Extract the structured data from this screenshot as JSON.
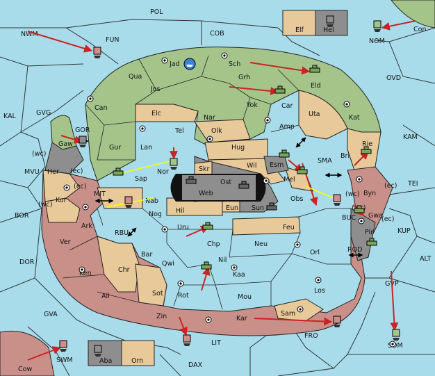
{
  "map": {
    "sea_labels": [
      {
        "id": "pol",
        "text": "POL"
      },
      {
        "id": "cob",
        "text": "COB"
      },
      {
        "id": "nwm",
        "text": "NWM"
      },
      {
        "id": "fun",
        "text": "FUN"
      },
      {
        "id": "nom",
        "text": "NOM"
      },
      {
        "id": "ovd",
        "text": "OVD"
      },
      {
        "id": "kal",
        "text": "KAL"
      },
      {
        "id": "gvg",
        "text": "GVG"
      },
      {
        "id": "gor",
        "text": "GOR"
      },
      {
        "id": "kam",
        "text": "KAM"
      },
      {
        "id": "sma",
        "text": "SMA"
      },
      {
        "id": "mvu",
        "text": "MVU"
      },
      {
        "id": "tei",
        "text": "TEI"
      },
      {
        "id": "mit",
        "text": "MIT"
      },
      {
        "id": "bor",
        "text": "BOR"
      },
      {
        "id": "buc",
        "text": "BUC"
      },
      {
        "id": "kup",
        "text": "KUP"
      },
      {
        "id": "rbu",
        "text": "RBU"
      },
      {
        "id": "dor",
        "text": "DOR"
      },
      {
        "id": "rod",
        "text": "ROD"
      },
      {
        "id": "alt",
        "text": "ALT"
      },
      {
        "id": "gvp",
        "text": "GVP"
      },
      {
        "id": "gva",
        "text": "GVA"
      },
      {
        "id": "fro",
        "text": "FRO"
      },
      {
        "id": "som",
        "text": "SOM"
      },
      {
        "id": "lit",
        "text": "LIT"
      },
      {
        "id": "swm",
        "text": "SWM"
      },
      {
        "id": "dax",
        "text": "DAX"
      }
    ],
    "land_labels": [
      {
        "id": "elf",
        "text": "Elf"
      },
      {
        "id": "hel",
        "text": "Hel"
      },
      {
        "id": "con",
        "text": "Con"
      },
      {
        "id": "jad",
        "text": "Jad"
      },
      {
        "id": "sch",
        "text": "Sch"
      },
      {
        "id": "qua",
        "text": "Qua"
      },
      {
        "id": "grh",
        "text": "Grh"
      },
      {
        "id": "eld",
        "text": "Eld"
      },
      {
        "id": "jos",
        "text": "Jos"
      },
      {
        "id": "can",
        "text": "Can"
      },
      {
        "id": "car",
        "text": "Car"
      },
      {
        "id": "yok",
        "text": "Yok"
      },
      {
        "id": "uta",
        "text": "Uta"
      },
      {
        "id": "elc",
        "text": "Elc"
      },
      {
        "id": "nar",
        "text": "Nar"
      },
      {
        "id": "kat",
        "text": "Kat"
      },
      {
        "id": "amp",
        "text": "Amp"
      },
      {
        "id": "tel",
        "text": "Tel"
      },
      {
        "id": "olk",
        "text": "Olk"
      },
      {
        "id": "gaw",
        "text": "Gaw"
      },
      {
        "id": "gur",
        "text": "Gur"
      },
      {
        "id": "lan",
        "text": "Lan"
      },
      {
        "id": "hug",
        "text": "Hug"
      },
      {
        "id": "bri",
        "text": "Bri"
      },
      {
        "id": "rie",
        "text": "Rie"
      },
      {
        "id": "wil",
        "text": "Wil"
      },
      {
        "id": "esm",
        "text": "Esm"
      },
      {
        "id": "her",
        "text": "Her"
      },
      {
        "id": "sap",
        "text": "Sap"
      },
      {
        "id": "nor",
        "text": "Nor"
      },
      {
        "id": "skr",
        "text": "Skr"
      },
      {
        "id": "ost",
        "text": "Ost"
      },
      {
        "id": "web",
        "text": "Web"
      },
      {
        "id": "mel",
        "text": "Mel"
      },
      {
        "id": "byn",
        "text": "Byn"
      },
      {
        "id": "kor",
        "text": "Kor"
      },
      {
        "id": "nab",
        "text": "Nab"
      },
      {
        "id": "hil",
        "text": "Hil"
      },
      {
        "id": "eun",
        "text": "Eun"
      },
      {
        "id": "sun",
        "text": "Sun"
      },
      {
        "id": "obs",
        "text": "Obs"
      },
      {
        "id": "gwa",
        "text": "Gwa"
      },
      {
        "id": "ark",
        "text": "Ark"
      },
      {
        "id": "nog",
        "text": "Nog"
      },
      {
        "id": "uru",
        "text": "Uru"
      },
      {
        "id": "feu",
        "text": "Feu"
      },
      {
        "id": "pir",
        "text": "Pir"
      },
      {
        "id": "ver",
        "text": "Ver"
      },
      {
        "id": "chp",
        "text": "Chp"
      },
      {
        "id": "neu",
        "text": "Neu"
      },
      {
        "id": "orl",
        "text": "Orl"
      },
      {
        "id": "bar",
        "text": "Bar"
      },
      {
        "id": "qwi",
        "text": "Qwi"
      },
      {
        "id": "nil",
        "text": "Nil"
      },
      {
        "id": "chr",
        "text": "Chr"
      },
      {
        "id": "ken",
        "text": "Ken"
      },
      {
        "id": "kaa",
        "text": "Kaa"
      },
      {
        "id": "ail",
        "text": "Ail"
      },
      {
        "id": "sot",
        "text": "Sot"
      },
      {
        "id": "rot",
        "text": "Rot"
      },
      {
        "id": "mou",
        "text": "Mou"
      },
      {
        "id": "los",
        "text": "Los"
      },
      {
        "id": "zin",
        "text": "Zin"
      },
      {
        "id": "kar",
        "text": "Kar"
      },
      {
        "id": "sam",
        "text": "Sam"
      },
      {
        "id": "cow",
        "text": "Cow"
      },
      {
        "id": "aba",
        "text": "Aba"
      },
      {
        "id": "orn",
        "text": "Orn"
      }
    ],
    "coast_labels": [
      "(wc)",
      "(ec)",
      "(ec)",
      "(wc)",
      "(wc)",
      "(ec)",
      "(wc)",
      "(ec)"
    ],
    "colors": {
      "sea": "#a8dcea",
      "green_power": "#a4c48a",
      "tan_neutral": "#e8c99a",
      "rose_power": "#c9908a",
      "grey_power": "#8e8e8e",
      "order_arrow": "#cc2222",
      "support_line": "#ffff00"
    },
    "icons": {
      "army": "tank-icon",
      "fleet": "ship-icon",
      "supply_center": "supply-center-icon",
      "convoy_route": "double-arrow-icon"
    }
  }
}
